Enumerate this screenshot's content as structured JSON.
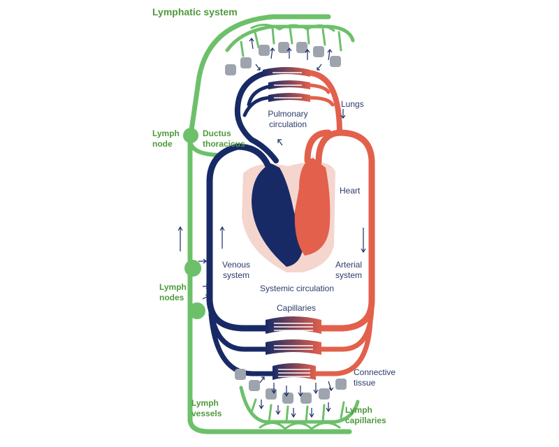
{
  "title": "Lymphatic system",
  "labels": {
    "lymph_node": [
      "Lymph",
      "node"
    ],
    "ductus": [
      "Ductus",
      "thoracicus"
    ],
    "pulmonary": [
      "Pulmonary",
      "circulation"
    ],
    "lungs": "Lungs",
    "heart": "Heart",
    "venous": [
      "Venous",
      "system"
    ],
    "arterial": [
      "Arterial",
      "system"
    ],
    "systemic": "Systemic circulation",
    "lymph_nodes": [
      "Lymph",
      "nodes"
    ],
    "capillaries": "Capillaries",
    "connective": [
      "Connective",
      "tissue"
    ],
    "lymph_vessels": [
      "Lymph",
      "vessels"
    ],
    "lymph_capillaries": [
      "Lymph",
      "capillaries"
    ]
  },
  "colors": {
    "lymph": "#6cc06a",
    "lymph_text": "#4e9a3c",
    "vein": "#182a66",
    "artery": "#e2604c",
    "heart_bg": "#f4d6cf",
    "cell": "#9ea4ae",
    "text": "#2b3a6b"
  }
}
